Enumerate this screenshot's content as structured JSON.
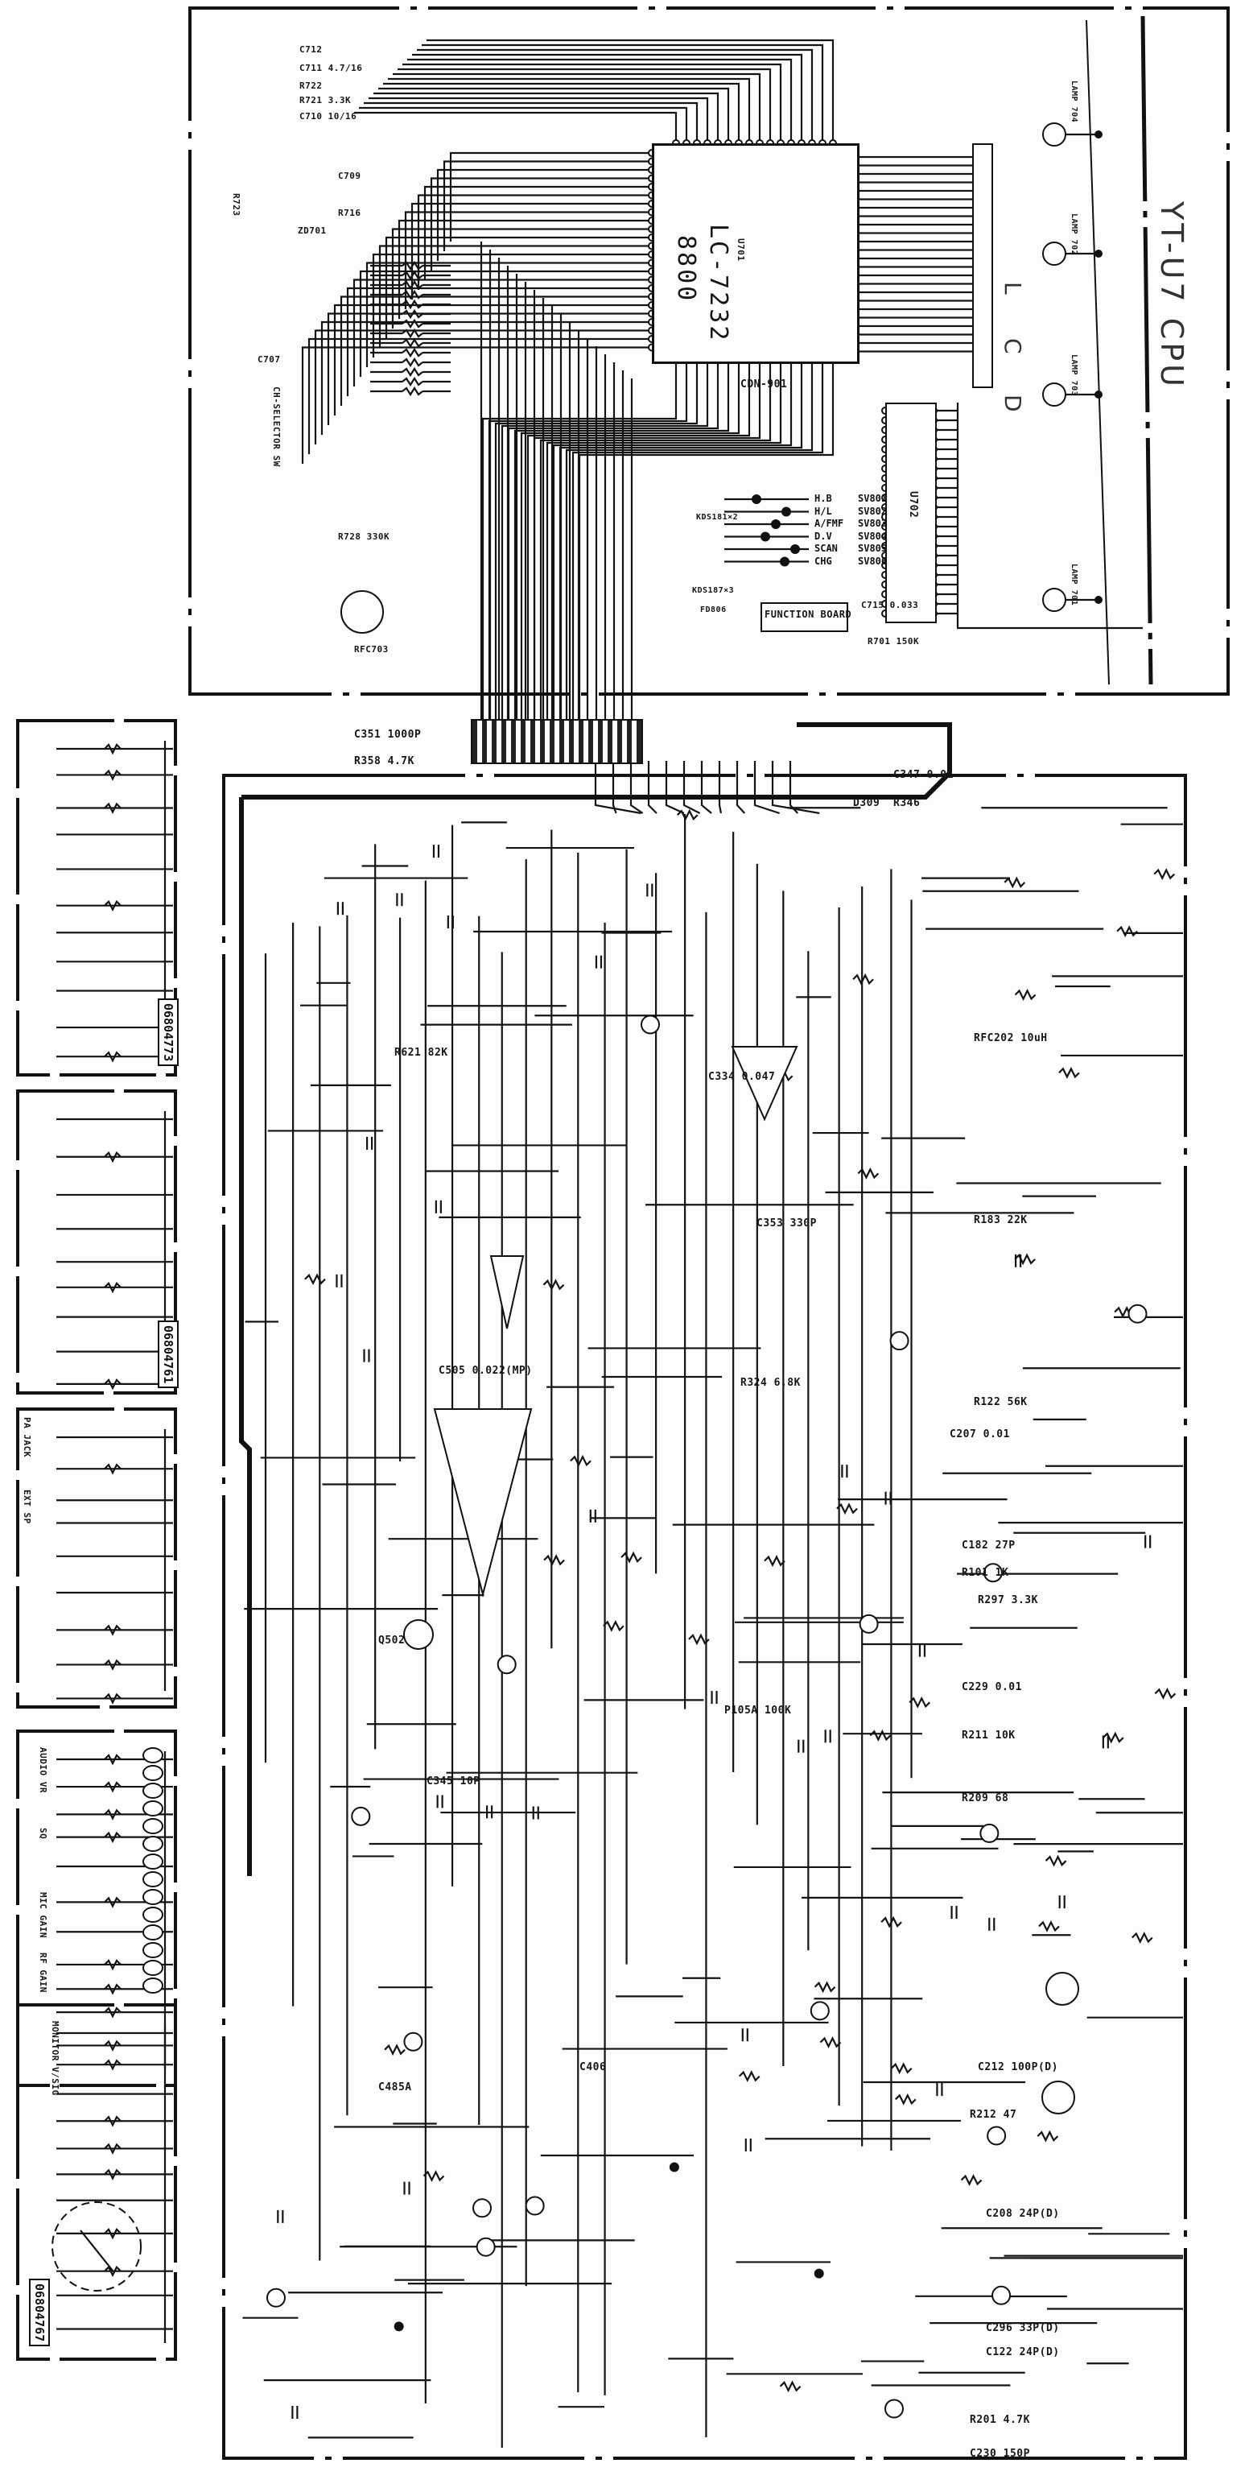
{
  "title": "YT-U7 CPU",
  "lcd_letters": [
    "L",
    "C",
    "D"
  ],
  "cpu": {
    "ic_ref": "U701",
    "ic_part": "LC-7232",
    "ic_suffix": "8800",
    "driver_ref": "U702",
    "connector": "CDN-901",
    "lamps": [
      "LAMP 704",
      "LAMP 702",
      "LAMP 703",
      "LAMP 701"
    ],
    "ch_selector": "CH-SELECTOR SW",
    "parts": [
      "C712",
      "C711 4.7/16",
      "R722",
      "R721 3.3K",
      "C710 10/16",
      "R723",
      "R716",
      "ZD701",
      "C709",
      "C707",
      "R728 330K",
      "RFC703",
      "R701 150K",
      "C715 0.033"
    ]
  },
  "function_board": {
    "title": "FUNCTION BOARD",
    "diodes": "KDS187×3",
    "diode_ref": "FD806",
    "diode_pair": "KDS181×2",
    "switches": [
      {
        "name": "H.B",
        "ref": "SV801"
      },
      {
        "name": "H/L",
        "ref": "SV802"
      },
      {
        "name": "A/FMF",
        "ref": "SV803"
      },
      {
        "name": "D.V",
        "ref": "SV804"
      },
      {
        "name": "SCAN",
        "ref": "SV805"
      },
      {
        "name": "CHG",
        "ref": "SV806"
      }
    ]
  },
  "main_board": {
    "parts": [
      "C351 1000P",
      "R358 4.7K",
      "C347 0.01",
      "D309",
      "R346",
      "RFC202 10uH",
      "R183 22K",
      "R122 56K",
      "C207 0.01",
      "C182 27P",
      "R101 1K",
      "R297 3.3K",
      "C229 0.01",
      "R211 10K",
      "R209 68",
      "C212 100P(D)",
      "R212 47",
      "C208 24P(D)",
      "C296 33P(D)",
      "C122 24P(D)",
      "R201 4.7K",
      "C230 150P",
      "C353 330P",
      "C505 0.022(MP)",
      "P105A 100K",
      "C345 10P",
      "C485A",
      "Q502",
      "R621 82K",
      "C406",
      "R324 6.8K",
      "C334 0.047"
    ]
  },
  "side_panels": {
    "codes": [
      "06804773",
      "06804761",
      "06804767"
    ],
    "controls": [
      "AUDIO VR",
      "SQ",
      "MIC GAIN",
      "RF GAIN",
      "MONITOR V/SIG",
      "PA JACK",
      "EXT SP"
    ]
  }
}
